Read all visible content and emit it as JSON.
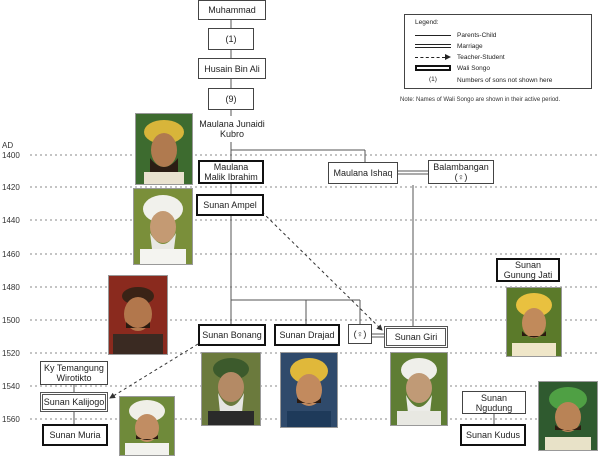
{
  "timeline": {
    "era": "AD",
    "years": [
      "1400",
      "1420",
      "1440",
      "1460",
      "1480",
      "1500",
      "1520",
      "1540",
      "1560"
    ]
  },
  "people": {
    "muhammad": "Muhammad",
    "gap1": "(1)",
    "husain": "Husain Bin Ali",
    "gap9": "(9)",
    "junaidi": "Maulana Junaidi Kubro",
    "malik": "Maulana Malik Ibrahim",
    "ishaq": "Maulana Ishaq",
    "balambangan": "Balambangan",
    "female1": "(♀)",
    "ampel": "Sunan Ampel",
    "gunung_jati": "Sunan Gunung Jati",
    "bonang": "Sunan Bonang",
    "drajad": "Sunan Drajad",
    "female2": "(♀)",
    "giri": "Sunan Giri",
    "temangung": "Ky Temangung Wirotikto",
    "kalijogo": "Sunan Kalijogo",
    "muria": "Sunan Muria",
    "ngudung": "Sunan Ngudung",
    "kudus": "Sunan Kudus"
  },
  "legend": {
    "title": "Legend:",
    "items": [
      {
        "kind": "single",
        "label": "Parents-Child"
      },
      {
        "kind": "double",
        "label": "Marriage"
      },
      {
        "kind": "dash",
        "label": "Teacher-Student"
      },
      {
        "kind": "box",
        "label": "Wali Songo"
      },
      {
        "kind": "num",
        "symbol": "(1)",
        "label": "Numbers of sons not shown here"
      }
    ]
  },
  "note": "Note: Names of Wali Songo are shown in their active period.",
  "colors": {
    "line": "#555555",
    "gridline": "#888888",
    "wali_border": "#111111"
  }
}
